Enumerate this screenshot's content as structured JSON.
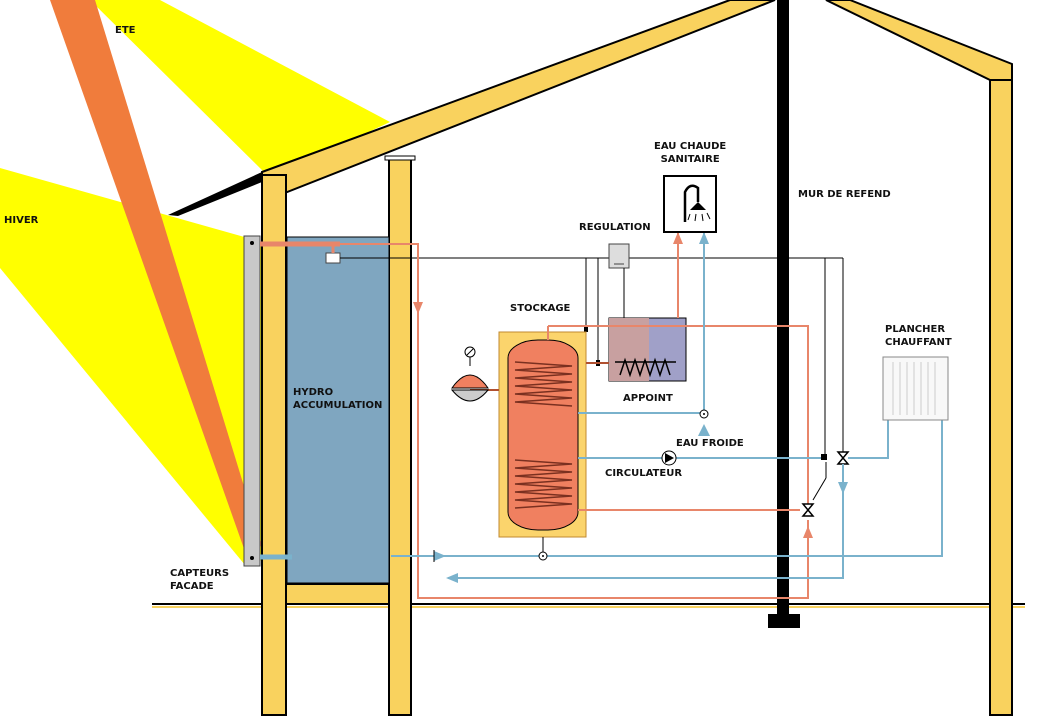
{
  "colors": {
    "frame": "#f9d25e",
    "frame_outline": "#000000",
    "sun_beam": "#ffff00",
    "sun_ray": "#f07c3c",
    "hot_pipe": "#e8866a",
    "cold_pipe": "#7ab2cc",
    "tank_blue": "#7fa6c0",
    "storage_hot": "#f08060",
    "storage_frame": "#fbd46c",
    "coil": "#b04a3a"
  },
  "labels": {
    "summer": "ETE",
    "winter": "HIVER",
    "facade_collectors": [
      "CAPTEURS",
      "FACADE"
    ],
    "hydro_accumulation": [
      "HYDRO",
      "ACCUMULATION"
    ],
    "storage": "STOCKAGE",
    "regulation": "REGULATION",
    "domestic_hot_water": [
      "EAU CHAUDE",
      "SANITAIRE"
    ],
    "backup": "APPOINT",
    "cold_water": "EAU FROIDE",
    "circulator": "CIRCULATEUR",
    "partition_wall": "MUR DE REFEND",
    "underfloor_heating": [
      "PLANCHER",
      "CHAUFFANT"
    ]
  },
  "icons": {
    "shower": "shower-icon",
    "pump": "pump-icon",
    "valve": "three-way-valve-icon",
    "expansion_vessel": "expansion-vessel-icon",
    "gauge": "pressure-gauge-icon"
  }
}
